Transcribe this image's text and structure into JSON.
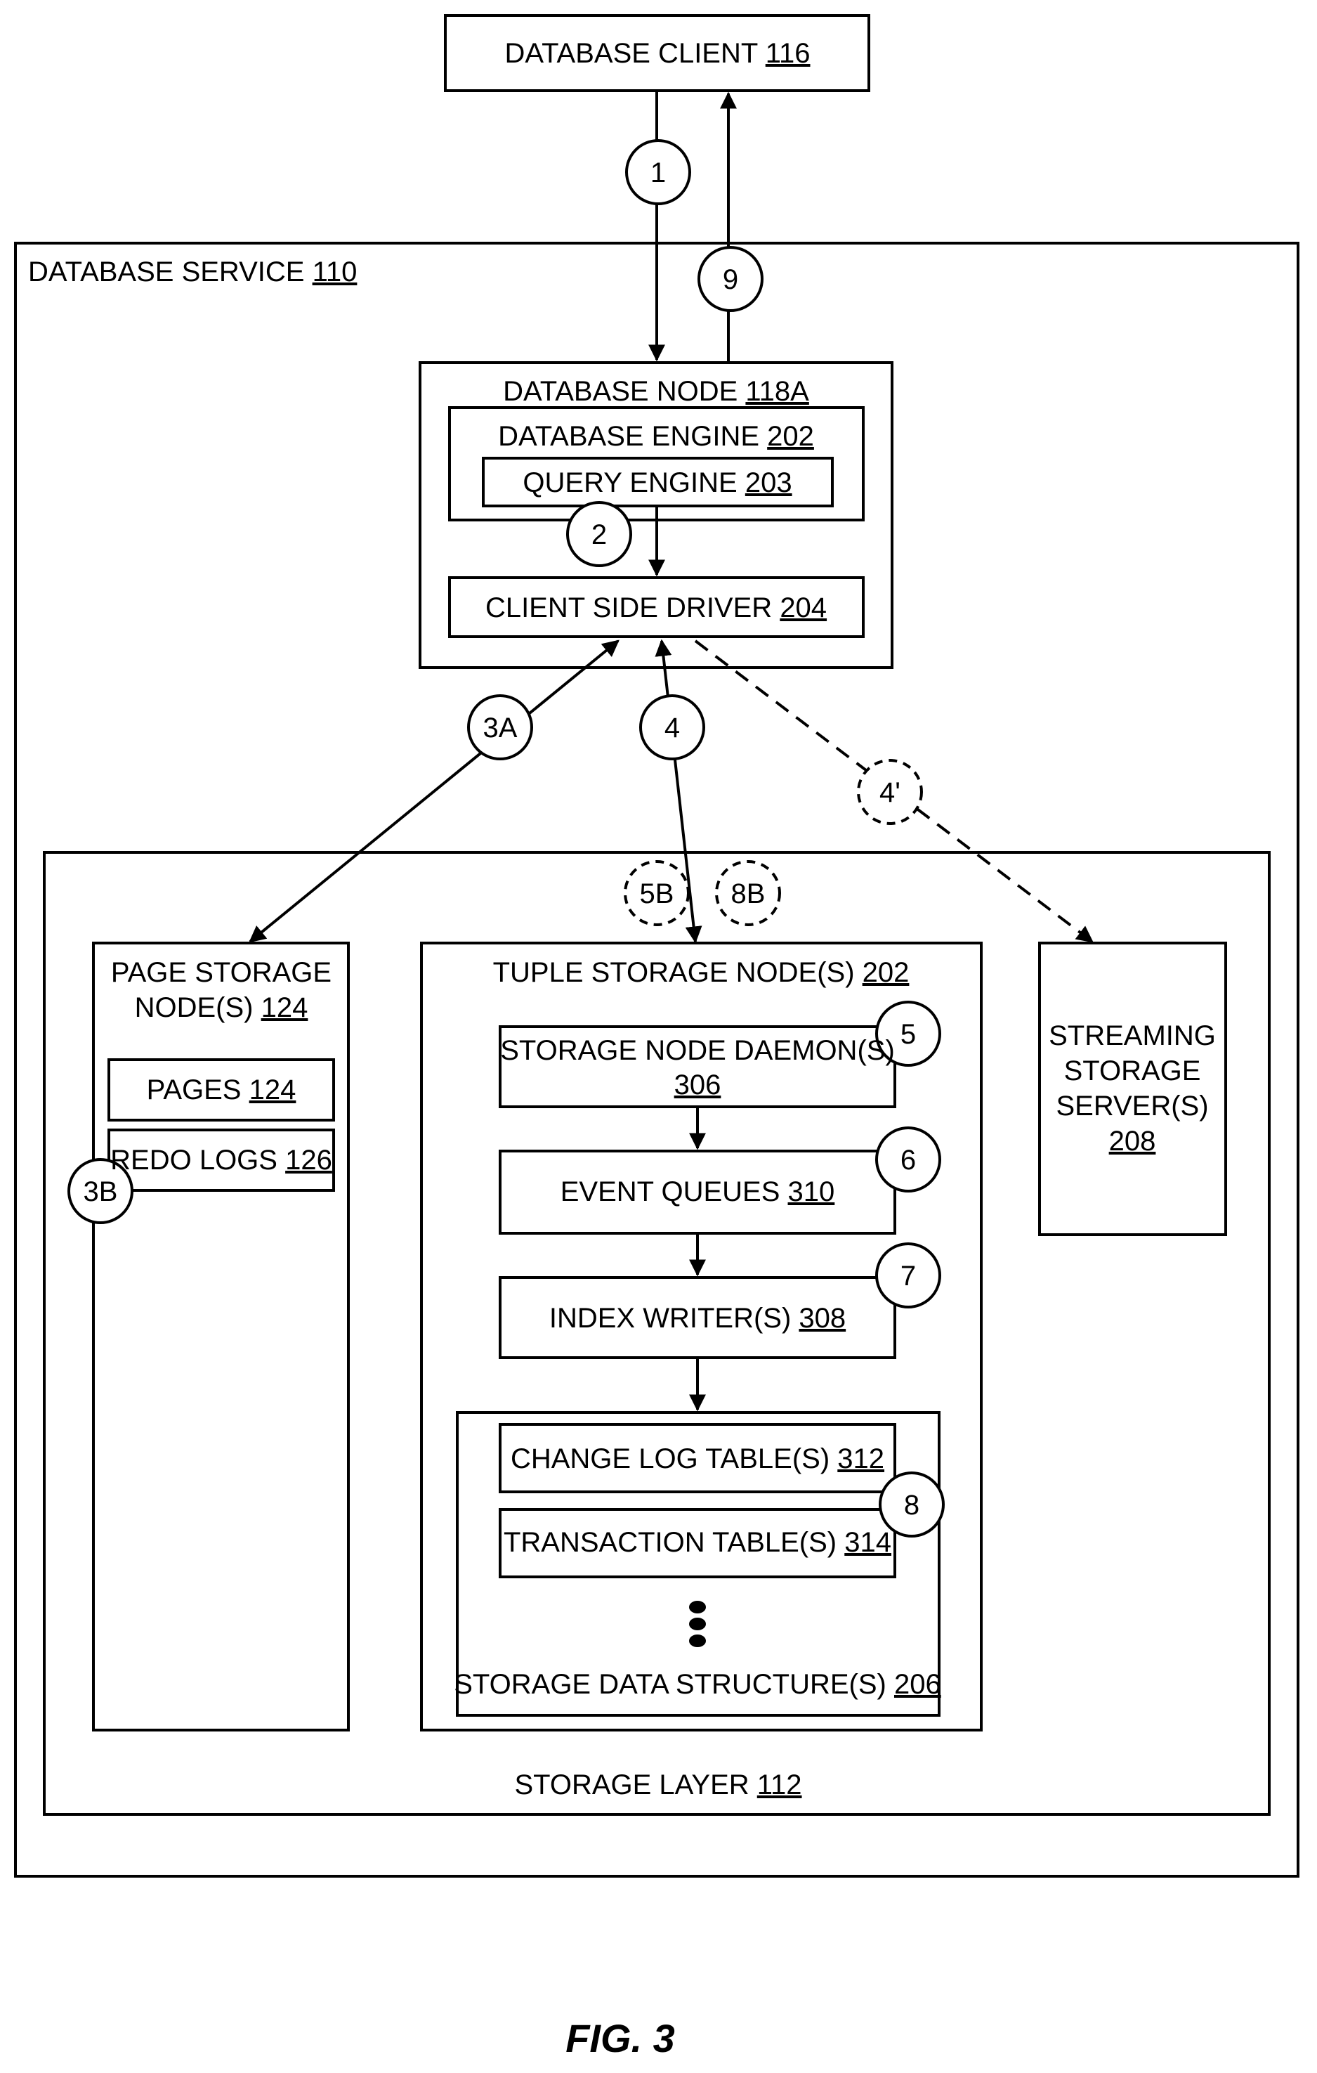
{
  "figure_label": "FIG. 3",
  "boxes": {
    "database_client": {
      "name": "DATABASE CLIENT",
      "ref": "116"
    },
    "database_service": {
      "name": "DATABASE SERVICE",
      "ref": "110"
    },
    "database_node": {
      "name": "DATABASE NODE",
      "ref": "118A"
    },
    "database_engine": {
      "name": "DATABASE ENGINE",
      "ref": "202"
    },
    "query_engine": {
      "name": "QUERY ENGINE",
      "ref": "203"
    },
    "client_side_driver": {
      "name": "CLIENT SIDE DRIVER",
      "ref": "204"
    },
    "storage_layer": {
      "name": "STORAGE LAYER",
      "ref": "112"
    },
    "page_storage_nodes": {
      "line1": "PAGE STORAGE",
      "line2": "NODE(S)",
      "ref": "124"
    },
    "pages": {
      "name": "PAGES",
      "ref": "124"
    },
    "redo_logs": {
      "name": "REDO LOGS",
      "ref": "126"
    },
    "tuple_storage_nodes": {
      "name": "TUPLE STORAGE NODE(S)",
      "ref": "202"
    },
    "storage_node_daemons": {
      "line1": "STORAGE NODE DAEMON(S)",
      "ref": "306"
    },
    "event_queues": {
      "name": "EVENT QUEUES",
      "ref": "310"
    },
    "index_writers": {
      "name": "INDEX WRITER(S)",
      "ref": "308"
    },
    "change_log_tables": {
      "name": "CHANGE LOG TABLE(S)",
      "ref": "312"
    },
    "transaction_tables": {
      "name": "TRANSACTION TABLE(S)",
      "ref": "314"
    },
    "storage_data_structures": {
      "name": "STORAGE DATA STRUCTURE(S)",
      "ref": "206"
    },
    "streaming_storage_servers": {
      "line1": "STREAMING",
      "line2": "STORAGE",
      "line3": "SERVER(S)",
      "ref": "208"
    }
  },
  "steps": {
    "s1": "1",
    "s2": "2",
    "s3a": "3A",
    "s3b": "3B",
    "s4": "4",
    "s4p": "4'",
    "s5": "5",
    "s5b": "5B",
    "s6": "6",
    "s7": "7",
    "s8": "8",
    "s8b": "8B",
    "s9": "9"
  }
}
